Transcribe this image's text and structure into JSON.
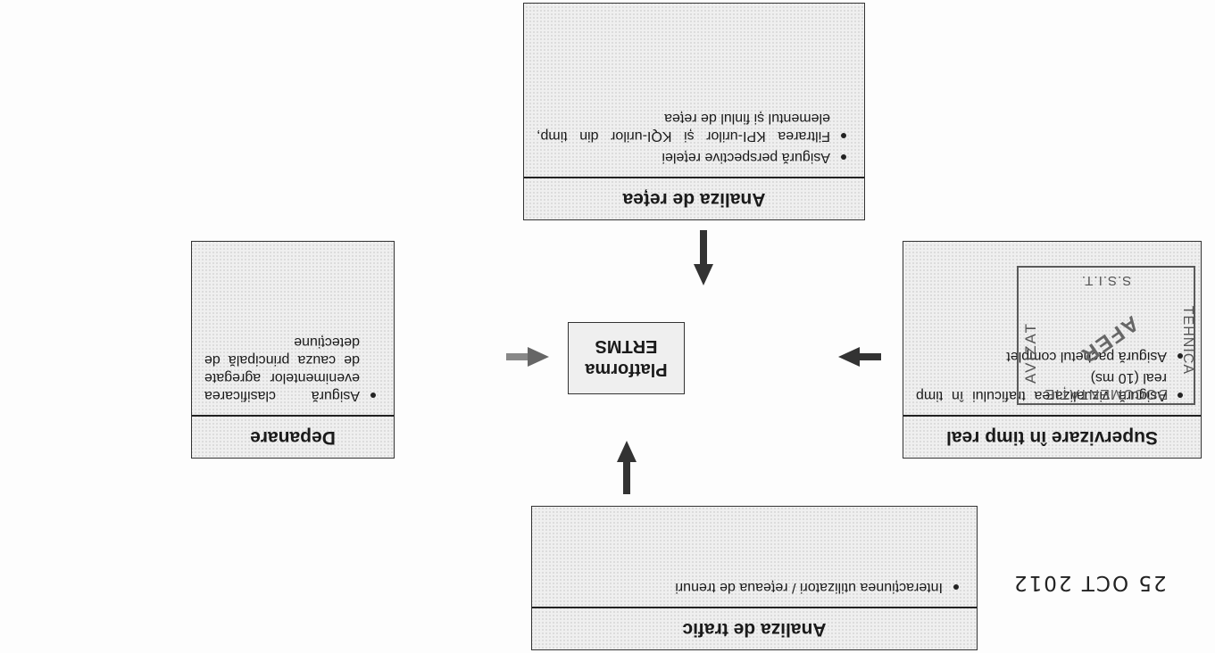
{
  "diagram": {
    "center": {
      "line1": "Platforma",
      "line2": "ERTMS"
    },
    "network_analysis": {
      "title": "Analiza de rețea",
      "bullets": [
        "Asigură perspective rețelei",
        "Filtrarea KPI-urilor și KQI-urilor din timp, elementul și finlul de rețea"
      ]
    },
    "realtime_monitoring": {
      "title": "Supervizare în timp real",
      "bullets": [
        "Asigură vizualizarea traficului în timp real (10 ms)",
        "Asigură pachetul complet"
      ]
    },
    "troubleshooting": {
      "title": "Depanare",
      "bullets": [
        "Asigură clasificarea evenimentelor agregate de cauza principală de detecțiune"
      ]
    },
    "traffic_analysis": {
      "title": "Analiza de trafic",
      "bullets": [
        "Interacțiunea utilizatori / rețeaua de trenuri"
      ]
    }
  },
  "stamp": {
    "top": "DOCUMENTAȚIE",
    "left": "TEHNICA",
    "right": "AVIZAT",
    "logo": "AFER",
    "bottom": "S.S.I.T."
  },
  "date_stamp": "25 OCT 2012",
  "colors": {
    "box_fill": "#efefef",
    "ink": "#1a1a1a",
    "arrow": "#333333"
  }
}
